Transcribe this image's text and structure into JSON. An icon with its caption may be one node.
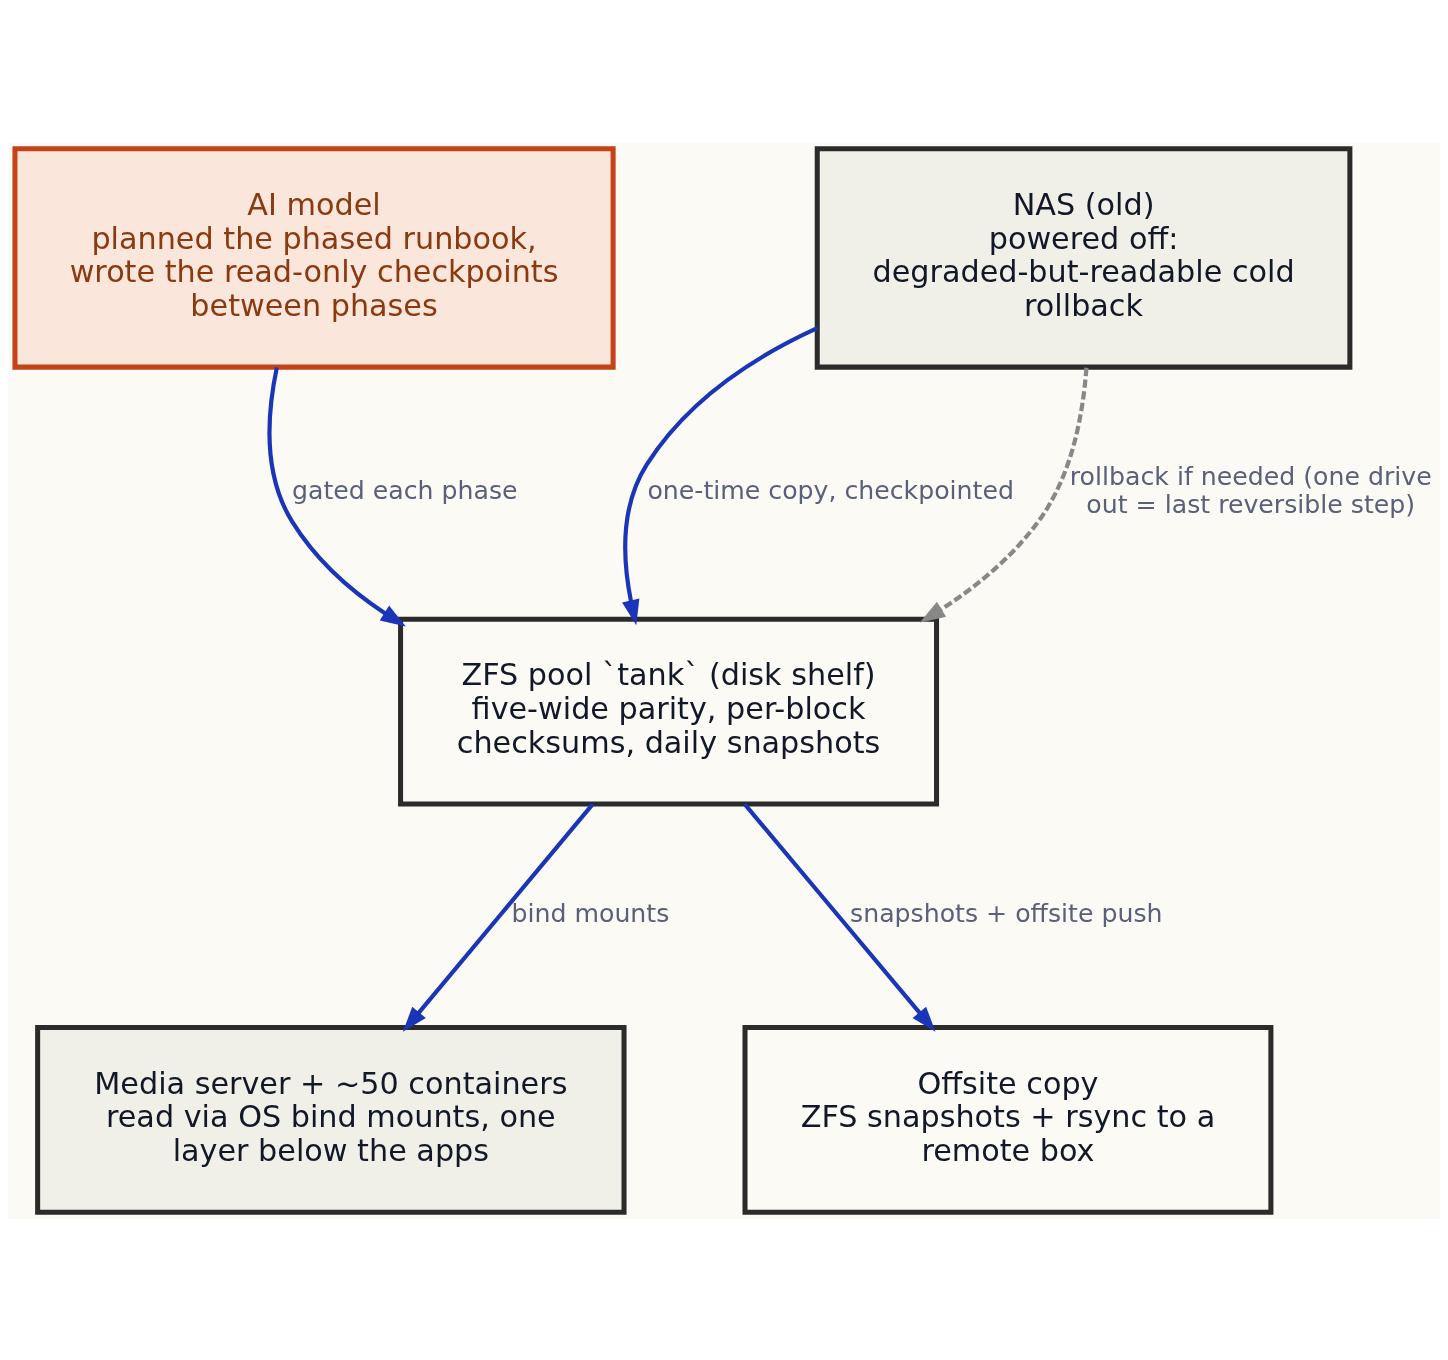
{
  "diagram": {
    "nodes": [
      {
        "text": [
          "AI model",
          "planned the phased runbook, wrote the read-only checkpoints between phases"
        ]
      },
      {
        "text": [
          "NAS (old)",
          "powered off: degraded-but-readable cold rollback"
        ]
      },
      {
        "text": [
          "ZFS pool `tank` (disk shelf)",
          "five-wide parity, per-block checksums, daily snapshots"
        ]
      },
      {
        "text": [
          "Media server + ~50 containers",
          "read via OS bind mounts, one layer below the apps"
        ]
      },
      {
        "text": [
          "Offsite copy",
          "ZFS snapshots + rsync to a remote box"
        ]
      }
    ],
    "edges": [
      {
        "from": 0,
        "to": 2,
        "arrow": "to",
        "label": "gated each phase"
      },
      {
        "from": 1,
        "to": 2,
        "arrow": "to",
        "label": "one-time copy, checkpointed"
      },
      {
        "from": 1,
        "to": 2,
        "arrow": "to",
        "label": "rollback if needed (one drive out = last reversible step)",
        "style": "dashed",
        "color": "#888888"
      },
      {
        "from": 2,
        "to": 3,
        "arrow": "to",
        "label": "bind mounts"
      },
      {
        "from": 2,
        "to": 4,
        "arrow": "to",
        "label": "snapshots + offsite push"
      }
    ]
  }
}
